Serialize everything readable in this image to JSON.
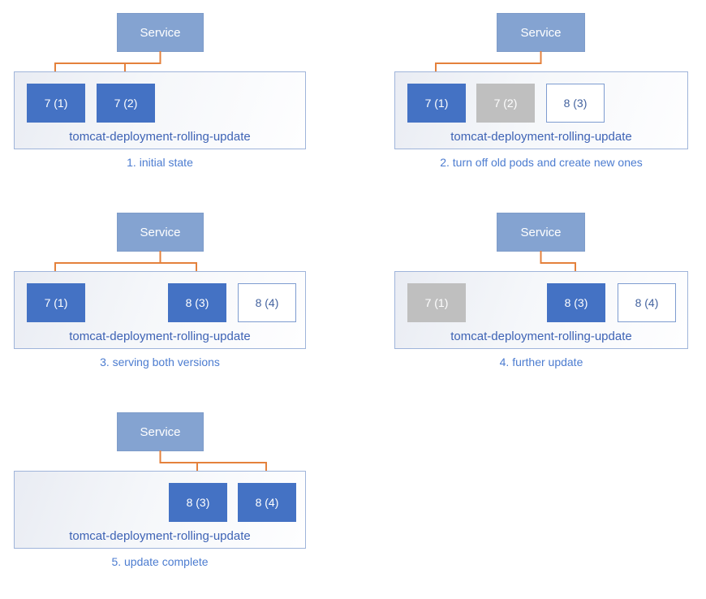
{
  "service_label": "Service",
  "deployment_label": "tomcat-deployment-rolling-update",
  "colors": {
    "pod_active": "#4472C4",
    "pod_off": "#BFBFBF",
    "pod_new_text": "#44639F",
    "service_fill": "#84A3D1",
    "arrow": "#E4813C",
    "container_border": "#9FB4DA",
    "label_text": "#3E63B5",
    "caption_text": "#4C7CD0"
  },
  "panels": [
    {
      "caption": "1. initial state",
      "pods": [
        {
          "label": "7 (1)",
          "state": "active",
          "arrow": true
        },
        {
          "label": "7 (2)",
          "state": "active",
          "arrow": true
        }
      ]
    },
    {
      "caption": "2. turn off old pods and create new ones",
      "pods": [
        {
          "label": "7 (1)",
          "state": "active",
          "arrow": true
        },
        {
          "label": "7 (2)",
          "state": "off",
          "arrow": false
        },
        {
          "label": "8 (3)",
          "state": "new",
          "arrow": false
        }
      ]
    },
    {
      "caption": "3. serving both versions",
      "pods": [
        {
          "label": "7 (1)",
          "state": "active",
          "arrow": true
        },
        {
          "label": "8 (3)",
          "state": "active",
          "arrow": true
        },
        {
          "label": "8 (4)",
          "state": "new",
          "arrow": false
        }
      ]
    },
    {
      "caption": "4. further update",
      "pods": [
        {
          "label": "7 (1)",
          "state": "off",
          "arrow": false
        },
        {
          "label": "8 (3)",
          "state": "active",
          "arrow": true
        },
        {
          "label": "8 (4)",
          "state": "new",
          "arrow": false
        }
      ]
    },
    {
      "caption": "5. update complete",
      "pods": [
        {
          "label": "8 (3)",
          "state": "active",
          "arrow": true
        },
        {
          "label": "8 (4)",
          "state": "active",
          "arrow": true
        }
      ]
    }
  ]
}
